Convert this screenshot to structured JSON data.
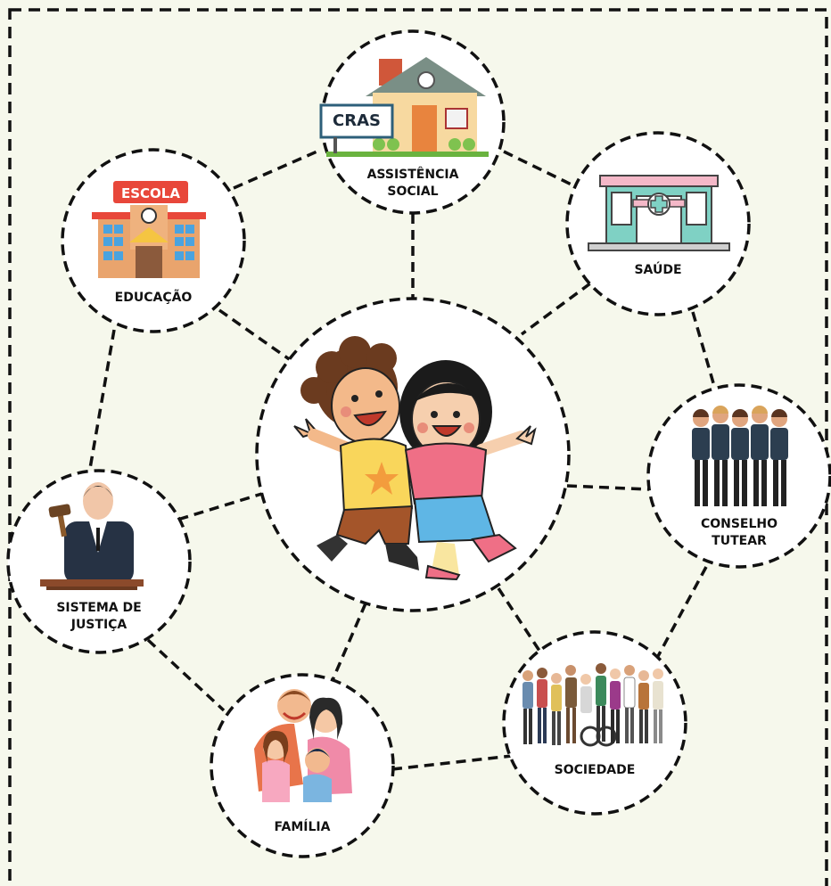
{
  "nodes": {
    "center": {
      "label": ""
    },
    "assistencia": {
      "label_line1": "ASSISTÊNCIA",
      "label_line2": "SOCIAL",
      "sign_text": "CRAS"
    },
    "educacao": {
      "label": "EDUCAÇÃO",
      "sign_text": "ESCOLA"
    },
    "saude": {
      "label": "SAÚDE"
    },
    "conselho": {
      "label_line1": "CONSELHO",
      "label_line2": "TUTEAR"
    },
    "justica": {
      "label_line1": "SISTEMA DE",
      "label_line2": "JUSTIÇA"
    },
    "familia": {
      "label": "FAMÍLIA"
    },
    "sociedade": {
      "label": "SOCIEDADE"
    }
  },
  "colors": {
    "background": "#f6f8ec",
    "dashes": "#111111",
    "circle_fill": "#ffffff"
  },
  "icons": {
    "assistencia": "house-cras-icon",
    "educacao": "school-icon",
    "saude": "clinic-icon",
    "conselho": "council-people-icon",
    "justica": "judge-icon",
    "familia": "family-icon",
    "sociedade": "crowd-icon",
    "center": "children-icon"
  }
}
